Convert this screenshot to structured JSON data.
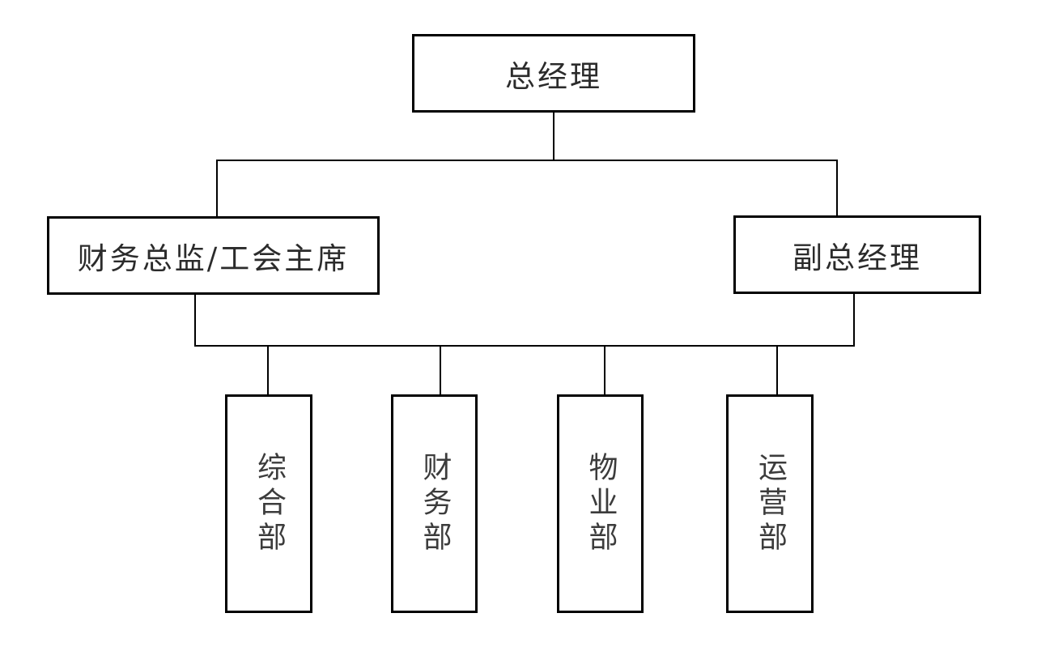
{
  "diagram": {
    "type": "org-chart",
    "colors": {
      "line": "#000000",
      "border": "#000000",
      "text": "#2b2b2b",
      "background": "#ffffff"
    },
    "nodes": {
      "root": {
        "label": "总经理"
      },
      "level2": [
        {
          "label": "财务总监/工会主席"
        },
        {
          "label": "副总经理"
        }
      ],
      "departments": [
        {
          "label": "综合部"
        },
        {
          "label": "财务部"
        },
        {
          "label": "物业部"
        },
        {
          "label": "运营部"
        }
      ]
    },
    "edges": [
      {
        "from": "总经理",
        "to": "财务总监/工会主席"
      },
      {
        "from": "总经理",
        "to": "副总经理"
      },
      {
        "from": "财务总监/工会主席",
        "to": "综合部,财务部,物业部,运营部"
      },
      {
        "from": "副总经理",
        "to": "综合部,财务部,物业部,运营部"
      }
    ]
  }
}
